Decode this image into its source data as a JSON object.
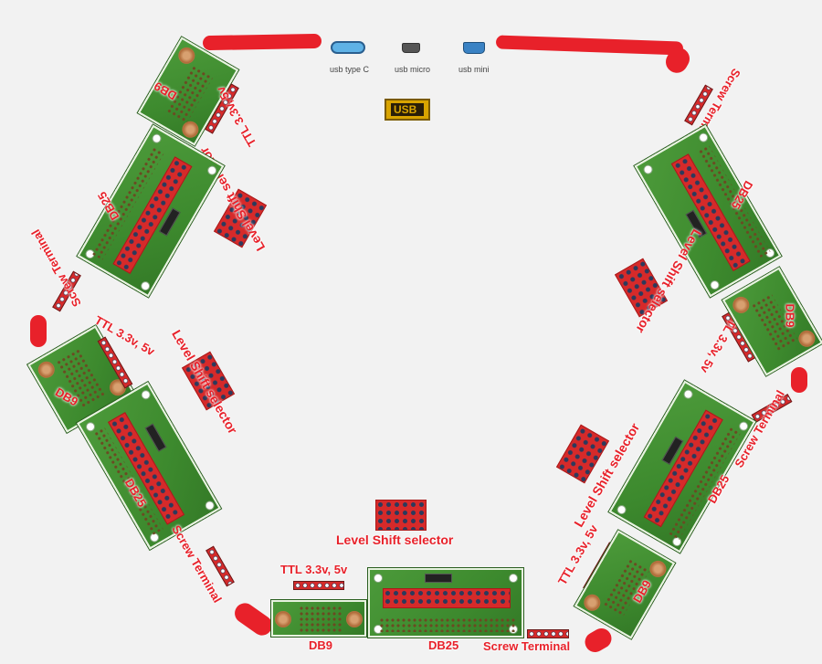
{
  "usb": {
    "type_c": {
      "caption": "usb type C",
      "icon": "usb-type-c-icon",
      "color": "#5fb2e6"
    },
    "micro": {
      "caption": "usb micro",
      "icon": "usb-micro-icon",
      "color": "#555555"
    },
    "mini": {
      "caption": "usb mini",
      "icon": "usb-mini-icon",
      "color": "#3a82c4"
    },
    "logo": "USB"
  },
  "labels": {
    "db9": "DB9",
    "db25": "DB25",
    "screw_terminal": "Screw Terminal",
    "ttl": "TTL 3.3v, 5v",
    "level_shift": "Level Shift selector"
  },
  "colors": {
    "label": "#e8212a",
    "pcb": "#3d8a2e",
    "header": "#d62a2a",
    "marker": "#e8212a"
  }
}
